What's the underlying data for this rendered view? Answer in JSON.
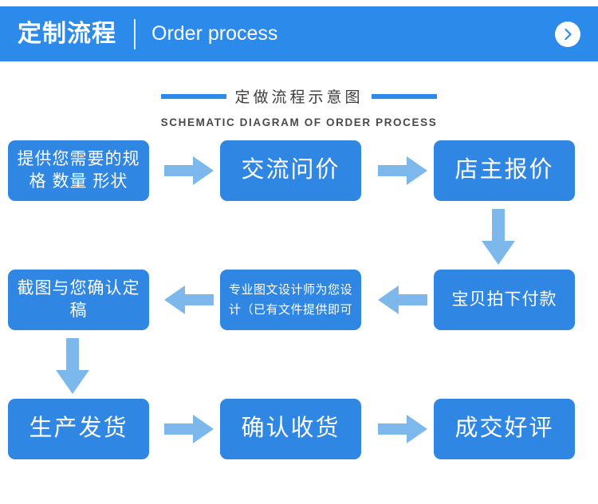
{
  "header": {
    "title_cn": "定制流程",
    "title_en": "Order process",
    "arrow_icon": "chevron-right-icon",
    "background_color": "#2b8aea",
    "text_color": "#ffffff"
  },
  "section_title": {
    "title_cn": "定做流程示意图",
    "title_en": "SCHEMATIC DIAGRAM OF ORDER PROCESS",
    "rule_color": "#2b8aea"
  },
  "flow": {
    "node_color": "#2f86e3",
    "arrow_color": "#7db8ec",
    "node_text_color": "#ffffff",
    "rows": [
      {
        "nodes": [
          {
            "text": "提供您需要的规格 数量 形状",
            "size": "med"
          },
          {
            "text": "交流问价",
            "size": "big"
          },
          {
            "text": "店主报价",
            "size": "big"
          }
        ]
      },
      {
        "nodes": [
          {
            "text": "截图与您确认定稿",
            "size": "med"
          },
          {
            "text": "专业图文设计师为您设计（已有文件提供即可",
            "size": "small"
          },
          {
            "text": "宝贝拍下付款",
            "size": "med"
          }
        ]
      },
      {
        "nodes": [
          {
            "text": "生产发货",
            "size": "big"
          },
          {
            "text": "确认收货",
            "size": "big"
          },
          {
            "text": "成交好评",
            "size": "big"
          }
        ]
      }
    ],
    "arrows": [
      {
        "name": "arrow-right-1a",
        "direction": "right"
      },
      {
        "name": "arrow-right-1b",
        "direction": "right"
      },
      {
        "name": "arrow-down-right",
        "direction": "down"
      },
      {
        "name": "arrow-left-2a",
        "direction": "left"
      },
      {
        "name": "arrow-left-2b",
        "direction": "left"
      },
      {
        "name": "arrow-down-left",
        "direction": "down"
      },
      {
        "name": "arrow-right-3a",
        "direction": "right"
      },
      {
        "name": "arrow-right-3b",
        "direction": "right"
      }
    ]
  }
}
